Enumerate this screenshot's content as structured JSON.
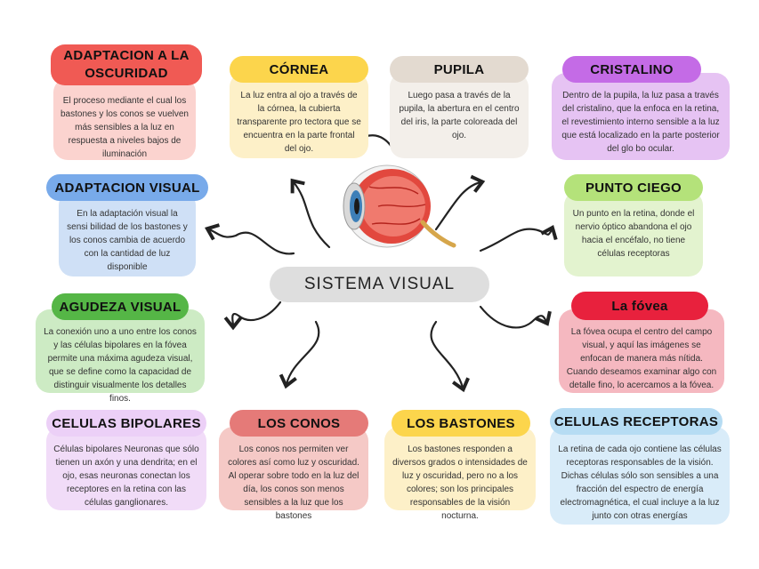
{
  "center_title": "SISTEMA VISUAL",
  "nodes": {
    "adaptacion_oscuridad": {
      "title": "ADAPTACION A LA OSCURIDAD",
      "text": "El proceso mediante el cual los bastones y los conos se vuelven más sensibles a la luz en respuesta a niveles bajos de iluminación"
    },
    "cornea": {
      "title": "CÓRNEA",
      "text": "La luz entra al ojo a través de la córnea, la cubierta transparente pro tectora que se encuentra en la parte frontal del ojo."
    },
    "pupila": {
      "title": "PUPILA",
      "text": "Luego pasa a través de la pupila, la abertura en el centro del iris, la parte coloreada del ojo."
    },
    "cristalino": {
      "title": "CRISTALINO",
      "text": "Dentro de la pupila, la luz pasa a través del cristalino, que la enfoca en la retina, el revestimiento interno sensible a la luz que está localizado en la parte posterior del glo bo ocular."
    },
    "adaptacion_visual": {
      "title": "ADAPTACION VISUAL",
      "text": "En la adaptación visual la sensi bilidad de los bastones y los conos cambia de acuerdo con la cantidad de luz disponible"
    },
    "punto_ciego": {
      "title": "PUNTO CIEGO",
      "text": "Un punto en la retina, donde el nervio óptico abandona el ojo hacia el encéfalo, no tiene células receptoras"
    },
    "agudeza_visual": {
      "title": "AGUDEZA VISUAL",
      "text": "La conexión uno a uno entre los conos y las células bipolares en la fóvea permite una máxima agudeza visual, que se define como la capacidad de distinguir visualmente los detalles finos."
    },
    "fovea": {
      "title": "La fóvea",
      "text": "La fóvea ocupa el centro del campo visual, y aquí las imágenes se enfocan de manera más nítida. Cuando deseamos examinar algo con detalle fino, lo acercamos a la fóvea."
    },
    "celulas_bipolares": {
      "title": "CELULAS BIPOLARES",
      "text": "Células bipolares Neuronas que sólo tienen un axón y una dendrita; en el ojo, esas neuronas conectan los receptores en la retina con las células ganglionares."
    },
    "los_conos": {
      "title": "LOS CONOS",
      "text": "Los conos nos permiten ver colores así como luz y oscuridad. Al operar sobre todo en la luz del día, los conos son menos sensibles a la luz que los bastones"
    },
    "los_bastones": {
      "title": "LOS BASTONES",
      "text": "Los bastones responden a diversos grados o intensidades de luz y oscuridad, pero no a los colores; son los principales responsables de la visión nocturna."
    },
    "celulas_receptoras": {
      "title": "CELULAS RECEPTORAS",
      "text": "La retina de cada ojo contiene las células receptoras responsables de la visión. Dichas células sólo son sensibles a una fracción del espectro de energía electromagnética, el cual incluye a la luz junto con otras energías"
    }
  },
  "colors": {
    "red_title": "#f05a54",
    "red_card": "#fbd3cf",
    "yellow_title": "#fcd54c",
    "yellow_card": "#fdf0c8",
    "beige_title": "#e3dad0",
    "beige_card": "#f3efea",
    "purple_title": "#c46be6",
    "purple_card": "#e6c3f3",
    "blue_title": "#78aaea",
    "blue_card": "#cfe0f6",
    "lime_title": "#b4e27a",
    "lime_card": "#e3f3cf",
    "green_title": "#55b646",
    "green_card": "#cdebc4",
    "crimson_title": "#e8213d",
    "crimson_card": "#f5b8c0",
    "lavender_title": "#ecd0f7",
    "lavender_card": "#f1dcf8",
    "rose_title": "#e57a78",
    "rose_card": "#f5c9c6",
    "sky_title": "#b6dcf3",
    "sky_card": "#d9ecf9"
  }
}
